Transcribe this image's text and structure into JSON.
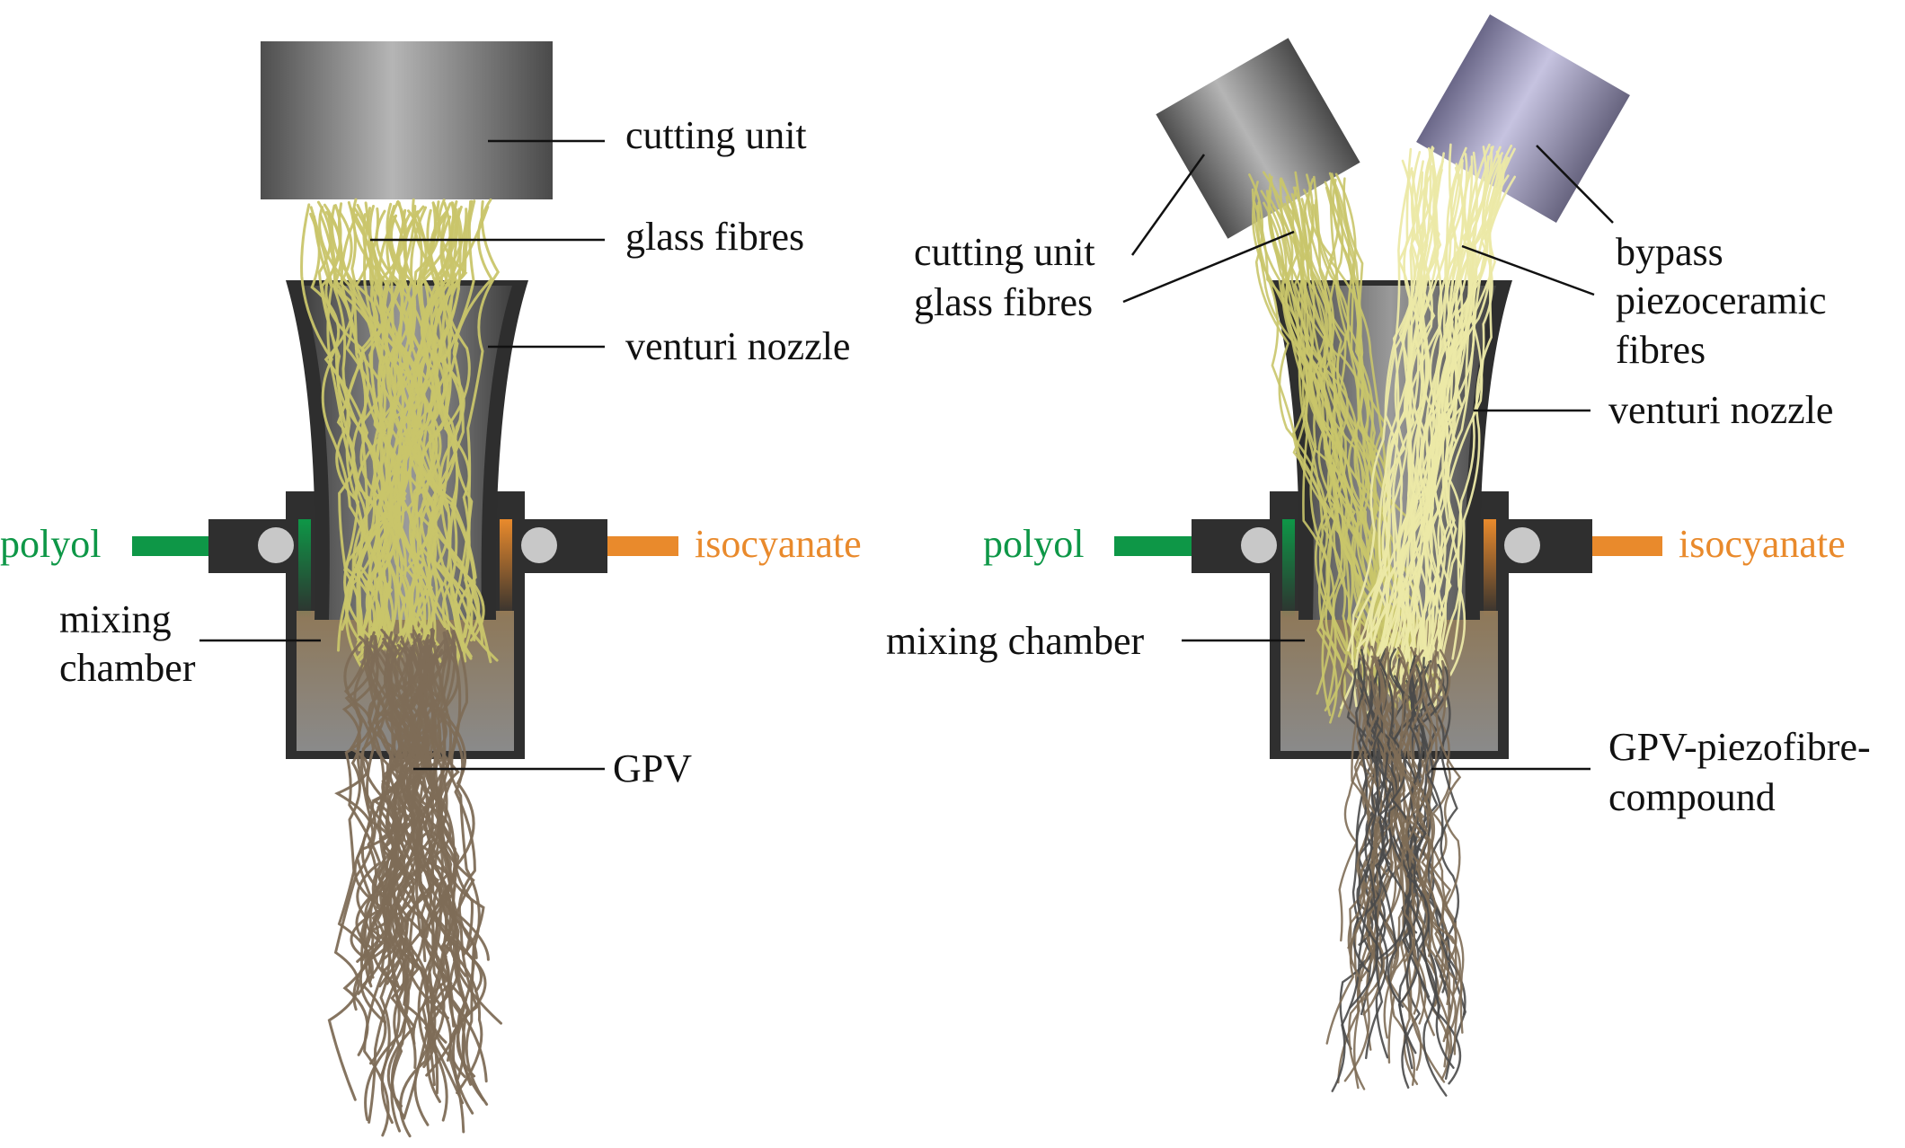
{
  "colors": {
    "polyol": "#0e9747",
    "isocyanate": "#e98a2c",
    "glass_fibre": "#c9c56a",
    "piezo_fibre": "#ece9a6",
    "gpv_fibre": "#7e6d57",
    "cutting_unit": "#7a7a7a",
    "bypass": "#8f8cab",
    "nozzle_wall": "#2e2e2e",
    "mixing_fill": "#8d7659"
  },
  "left": {
    "cutting_unit": "cutting unit",
    "glass_fibres": "glass fibres",
    "venturi_nozzle": "venturi nozzle",
    "polyol": "polyol",
    "isocyanate": "isocyanate",
    "mixing_chamber_1": "mixing",
    "mixing_chamber_2": "chamber",
    "gpv": "GPV"
  },
  "right": {
    "cutting_unit": "cutting unit",
    "glass_fibres": "glass fibres",
    "bypass": "bypass",
    "piezoceramic_1": "piezoceramic",
    "piezoceramic_2": "fibres",
    "venturi_nozzle": "venturi nozzle",
    "polyol": "polyol",
    "isocyanate": "isocyanate",
    "mixing_chamber": "mixing chamber",
    "compound_1": "GPV-piezofibre-",
    "compound_2": "compound"
  }
}
